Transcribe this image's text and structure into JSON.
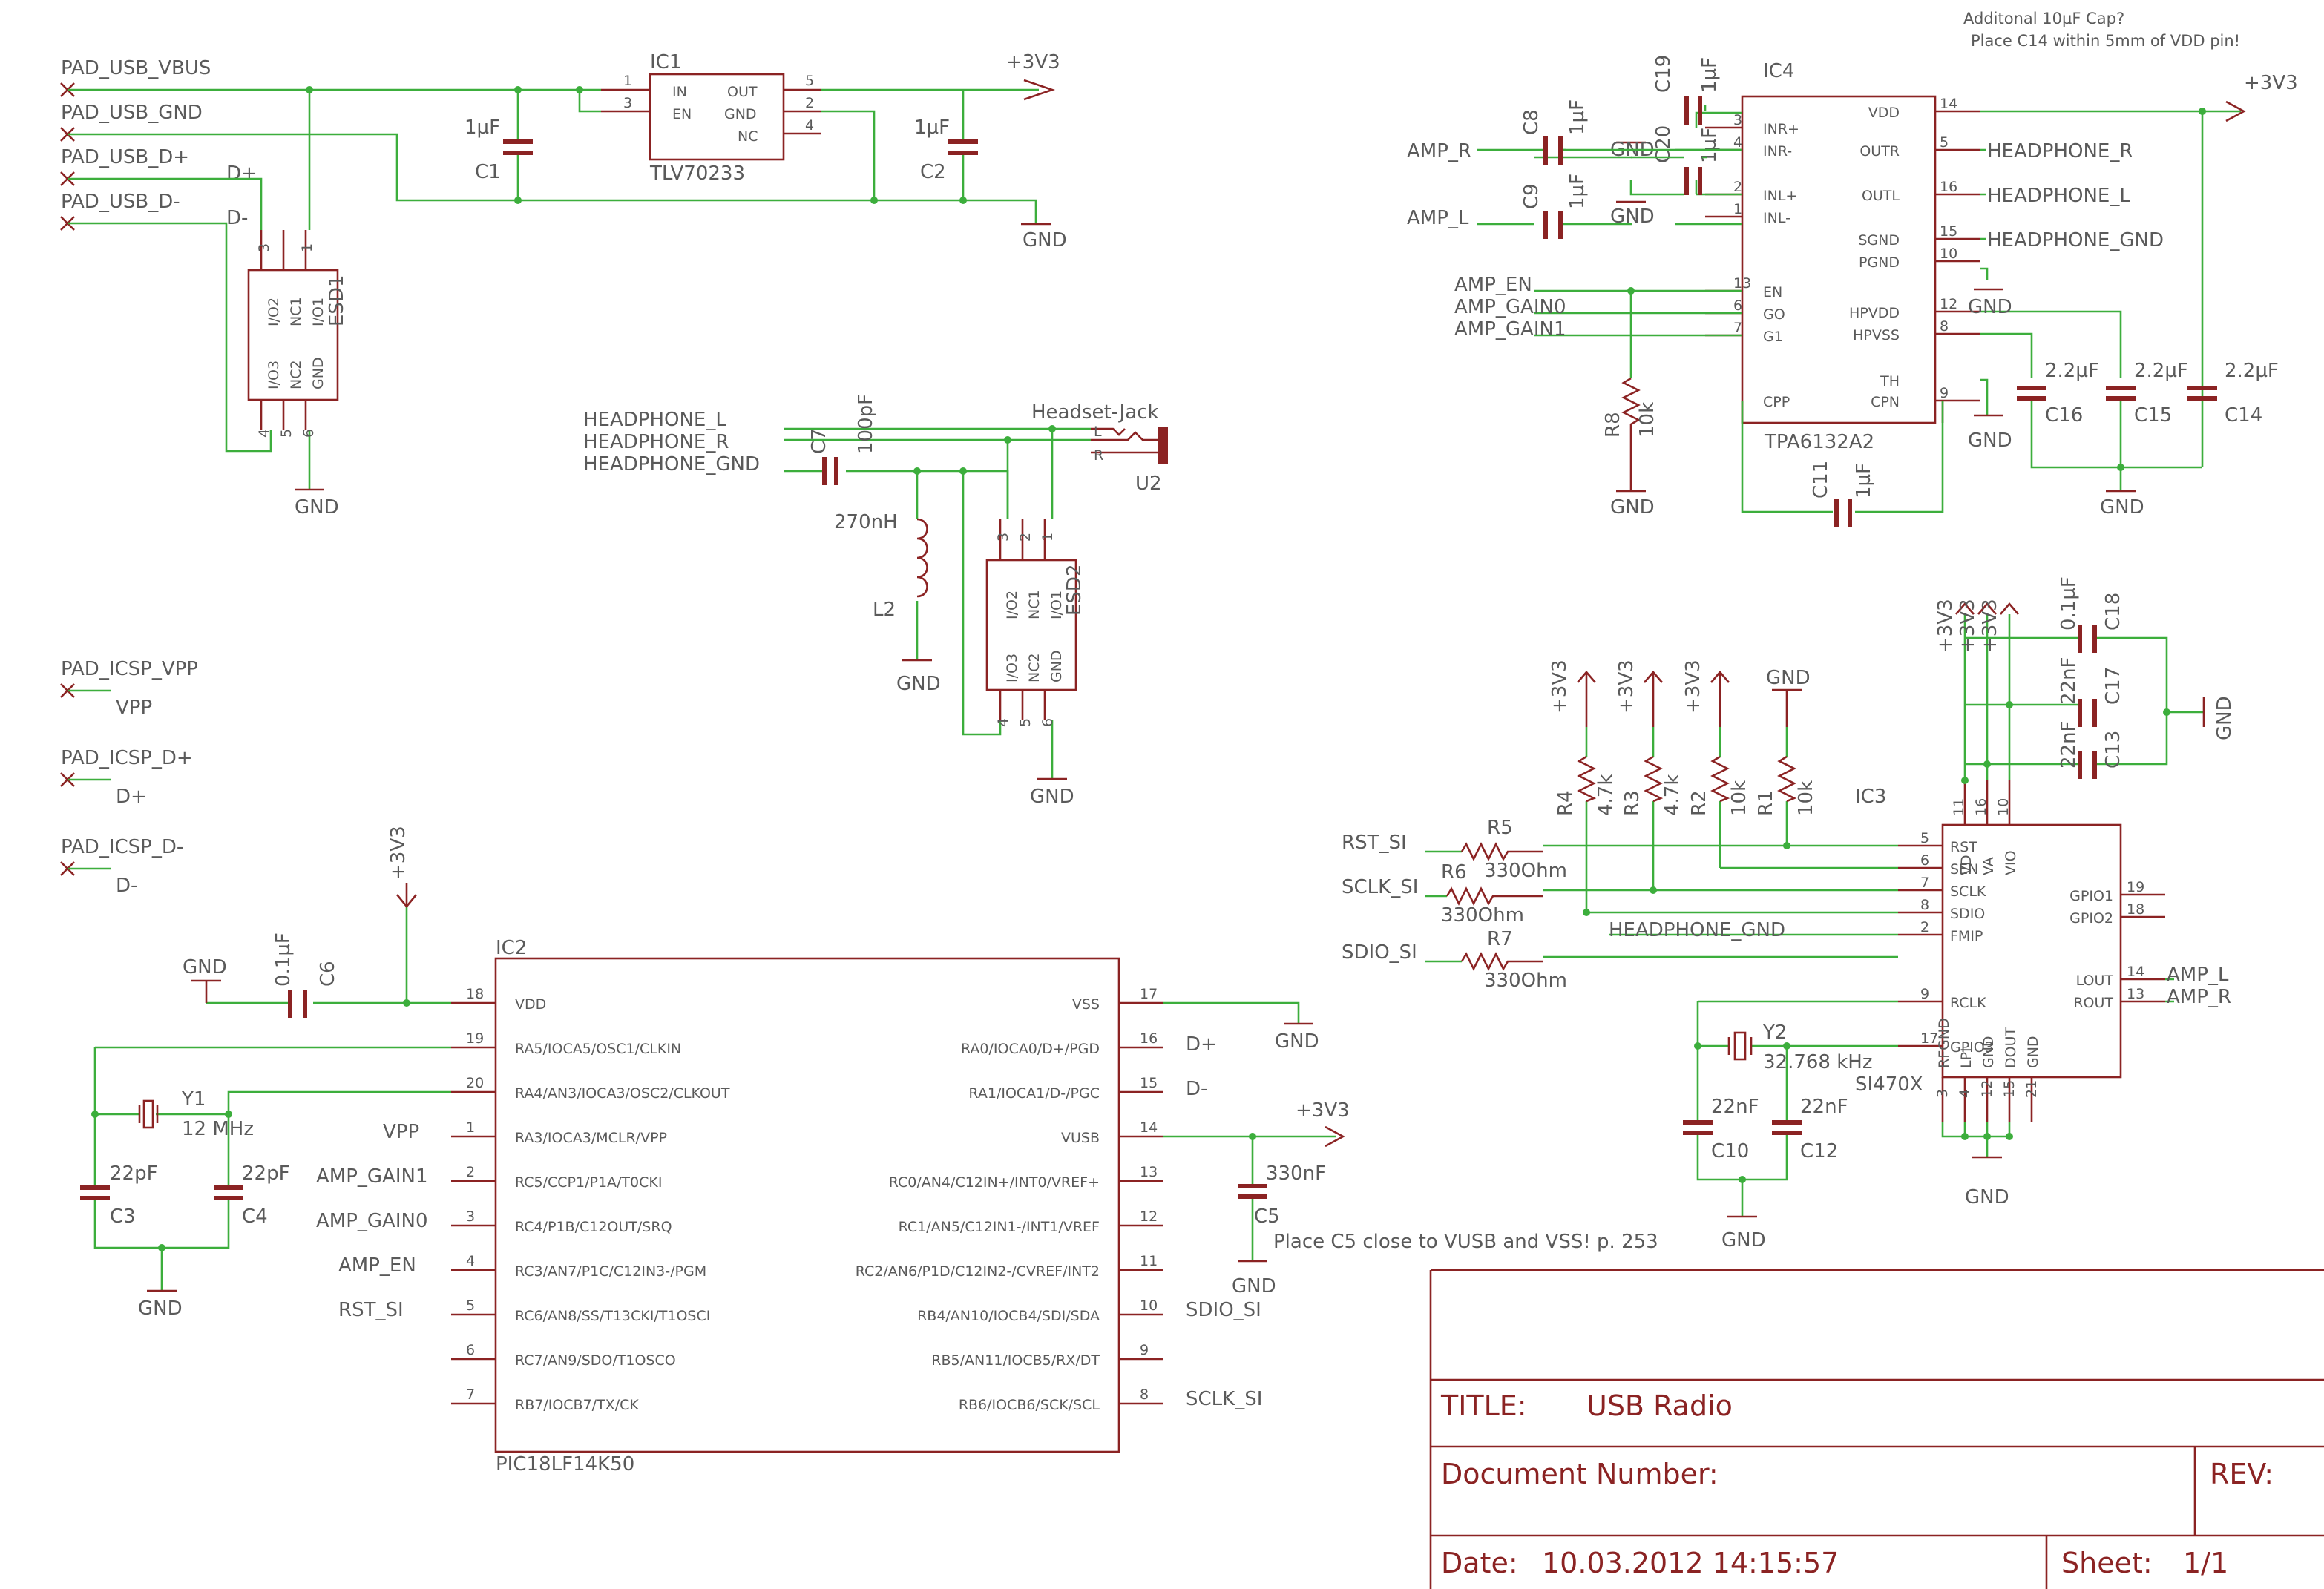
{
  "colors": {
    "body": "#8b2323",
    "wire": "#3cae3c",
    "text": "#5a5a5a",
    "background": "#ffffff"
  },
  "notes": {
    "c14_line1": "Additonal 10µF Cap?",
    "c14_line2": "Place C14 within 5mm of VDD pin!",
    "c5": "Place C5 close to VUSB and VSS! p. 253"
  },
  "pads": {
    "vbus": "PAD_USB_VBUS",
    "gnd": "PAD_USB_GND",
    "dp": "PAD_USB_D+",
    "dm": "PAD_USB_D-",
    "icsp_vpp": "PAD_ICSP_VPP",
    "icsp_dp": "PAD_ICSP_D+",
    "icsp_dm": "PAD_ICSP_D-"
  },
  "nets": {
    "v3": "+3V3",
    "gnd": "GND",
    "dp": "D+",
    "dm": "D-",
    "vpp": "VPP",
    "hp_l": "HEADPHONE_L",
    "hp_r": "HEADPHONE_R",
    "hp_gnd": "HEADPHONE_GND",
    "amp_r": "AMP_R",
    "amp_l": "AMP_L",
    "amp_en": "AMP_EN",
    "amp_gain0": "AMP_GAIN0",
    "amp_gain1": "AMP_GAIN1",
    "rst_si": "RST_SI",
    "sclk_si": "SCLK_SI",
    "sdio_si": "SDIO_SI"
  },
  "parts": {
    "ic1": {
      "name": "IC1",
      "value": "TLV70233",
      "pins_l": [
        "IN",
        "EN"
      ],
      "pins_r": [
        "OUT",
        "GND",
        "NC"
      ]
    },
    "esd1": {
      "name": "ESD1",
      "pins": [
        "I/O2",
        "NC1",
        "I/O1",
        "I/O3",
        "NC2",
        "GND"
      ]
    },
    "esd2": {
      "name": "ESD2",
      "pins": [
        "I/O2",
        "NC1",
        "I/O1",
        "I/O3",
        "NC2",
        "GND"
      ]
    },
    "u2": {
      "name": "U2",
      "value": "Headset-Jack",
      "l": "L",
      "r": "R"
    },
    "l2": {
      "name": "L2",
      "value": "270nH"
    },
    "c1": {
      "name": "C1",
      "value": "1µF"
    },
    "c2": {
      "name": "C2",
      "value": "1µF"
    },
    "c3": {
      "name": "C3",
      "value": "22pF"
    },
    "c4": {
      "name": "C4",
      "value": "22pF"
    },
    "c5": {
      "name": "C5",
      "value": "330nF"
    },
    "c6": {
      "name": "C6",
      "value": "0.1µF"
    },
    "c7": {
      "name": "C7",
      "value": "100pF"
    },
    "c8": {
      "name": "C8",
      "value": "1µF"
    },
    "c9": {
      "name": "C9",
      "value": "1µF"
    },
    "c10": {
      "name": "C10",
      "value": "22nF"
    },
    "c11": {
      "name": "C11",
      "value": "1µF"
    },
    "c12": {
      "name": "C12",
      "value": "22nF"
    },
    "c13": {
      "name": "C13",
      "value": "22nF"
    },
    "c14": {
      "name": "C14",
      "value": "2.2µF"
    },
    "c15": {
      "name": "C15",
      "value": "2.2µF"
    },
    "c16": {
      "name": "C16",
      "value": "2.2µF"
    },
    "c17": {
      "name": "C17",
      "value": "22nF"
    },
    "c18": {
      "name": "C18",
      "value": "0.1µF"
    },
    "c19": {
      "name": "C19",
      "value": "1µF"
    },
    "c20": {
      "name": "C20",
      "value": "1µF"
    },
    "r1": {
      "name": "R1",
      "value": "10k"
    },
    "r2": {
      "name": "R2",
      "value": "10k"
    },
    "r3": {
      "name": "R3",
      "value": "4.7k"
    },
    "r4": {
      "name": "R4",
      "value": "4.7k"
    },
    "r5": {
      "name": "R5",
      "value": "330Ohm"
    },
    "r6": {
      "name": "R6",
      "value": "330Ohm"
    },
    "r7": {
      "name": "R7",
      "value": "330Ohm"
    },
    "r8": {
      "name": "R8",
      "value": "10k"
    },
    "y1": {
      "name": "Y1",
      "value": "12 MHz"
    },
    "y2": {
      "name": "Y2",
      "value": "32.768 kHz"
    },
    "ic4": {
      "name": "IC4",
      "value": "TPA6132A2",
      "pins_l": [
        "INR+",
        "INR-",
        "INL+",
        "INL-",
        "EN",
        "GO",
        "G1",
        "CPP"
      ],
      "pins_r": [
        "VDD",
        "OUTR",
        "OUTL",
        "SGND",
        "PGND",
        "HPVDD",
        "HPVSS",
        "TH",
        "CPN"
      ]
    },
    "ic3": {
      "name": "IC3",
      "value": "SI470X",
      "pins_l": [
        "RST",
        "SEN",
        "SCLK",
        "SDIO",
        "FMIP",
        "RCLK",
        "GPIO3"
      ],
      "pins_top": [
        "VD",
        "VA",
        "VIO"
      ],
      "pins_r": [
        "GPIO1",
        "GPIO2",
        "LOUT",
        "ROUT"
      ],
      "pins_bot": [
        "RFGND",
        "LPI",
        "GND",
        "DOUT",
        "GND"
      ]
    },
    "ic2": {
      "name": "IC2",
      "value": "PIC18LF14K50",
      "pins_l": [
        "VDD",
        "RA5/IOCA5/OSC1/CLKIN",
        "RA4/AN3/IOCA3/OSC2/CLKOUT",
        "RA3/IOCA3/MCLR/VPP",
        "RC5/CCP1/P1A/T0CKI",
        "RC4/P1B/C12OUT/SRQ",
        "RC3/AN7/P1C/C12IN3-/PGM",
        "RC6/AN8/SS/T13CKI/T1OSCI",
        "RC7/AN9/SDO/T1OSCO",
        "RB7/IOCB7/TX/CK"
      ],
      "pins_r": [
        "VSS",
        "RA0/IOCA0/D+/PGD",
        "RA1/IOCA1/D-/PGC",
        "VUSB",
        "RC0/AN4/C12IN+/INT0/VREF+",
        "RC1/AN5/C12IN1-/INT1/VREF",
        "RC2/AN6/P1D/C12IN2-/CVREF/INT2",
        "RB4/AN10/IOCB4/SDI/SDA",
        "RB5/AN11/IOCB5/RX/DT",
        "RB6/IOCB6/SCK/SCL"
      ]
    }
  },
  "title_block": {
    "title_label": "TITLE:",
    "title": "USB Radio",
    "docnum_label": "Document Number:",
    "rev_label": "REV:",
    "date_label": "Date:",
    "date": "10.03.2012 14:15:57",
    "sheet_label": "Sheet:",
    "sheet": "1/1"
  }
}
